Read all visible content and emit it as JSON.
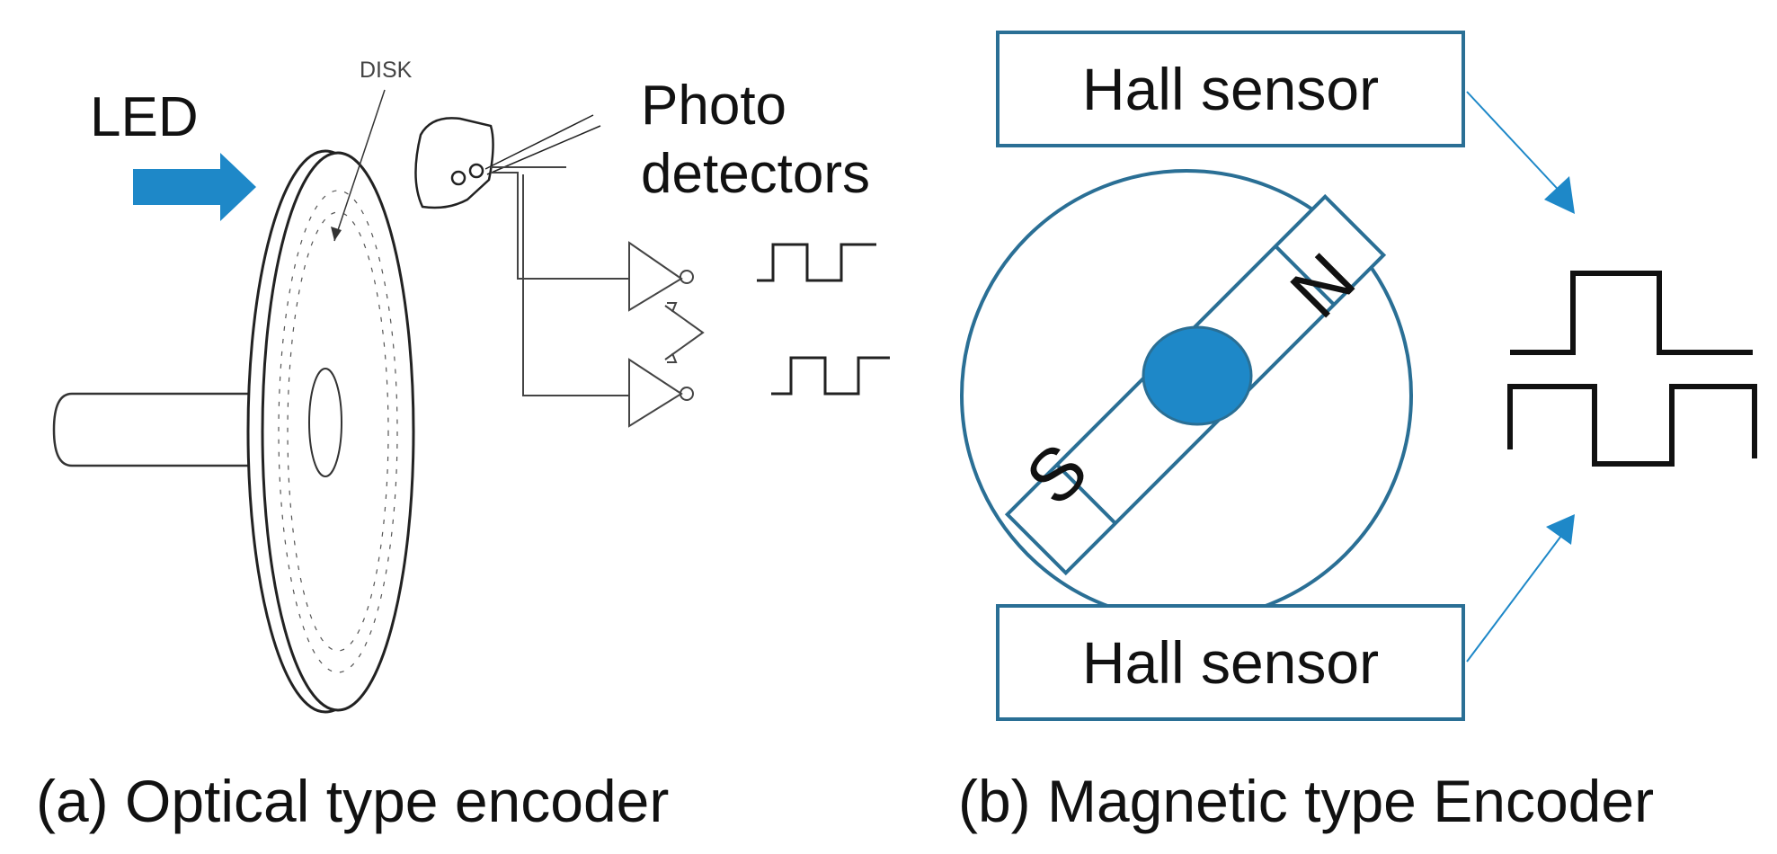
{
  "optical": {
    "led_label": "LED",
    "disk_label": "DISK",
    "photo_label_line1": "Photo",
    "photo_label_line2": "detectors",
    "caption": "(a) Optical type encoder"
  },
  "magnetic": {
    "hall_top_label": "Hall sensor",
    "hall_bottom_label": "Hall sensor",
    "north_label": "N",
    "south_label": "S",
    "caption": "(b) Magnetic type Encoder"
  },
  "colors": {
    "accent_blue": "#1e88c8",
    "frame_blue": "#2a6f95",
    "line_dark": "#222222"
  }
}
